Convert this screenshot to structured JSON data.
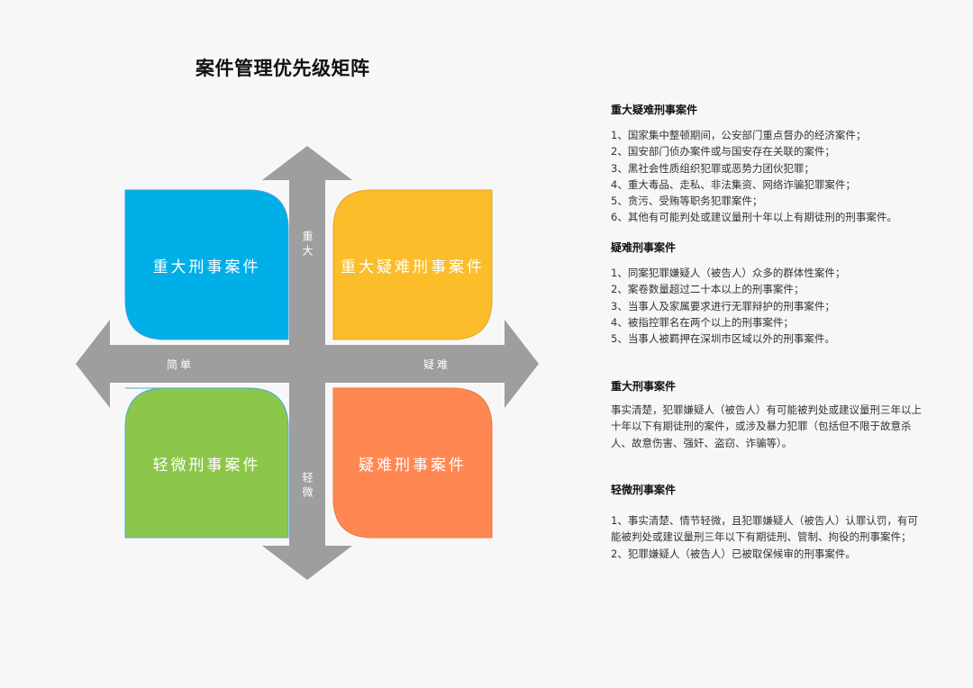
{
  "title": "案件管理优先级矩阵",
  "quadrants": {
    "top_left": {
      "label": "重大刑事案件",
      "color": "#00aee8"
    },
    "top_right": {
      "label": "重大疑难刑事案件",
      "color": "#fbbd2a"
    },
    "bottom_left": {
      "label": "轻微刑事案件",
      "color": "#8cc64b"
    },
    "bottom_right": {
      "label": "疑难刑事案件",
      "color": "#ff8752"
    }
  },
  "axes": {
    "up": "重大",
    "down": "轻微",
    "left": "简单",
    "right": "疑难",
    "arrow_color": "#9e9e9e"
  },
  "sections": [
    {
      "title": "重大疑难刑事案件",
      "items": [
        "1、国家集中整顿期间，公安部门重点督办的经济案件；",
        "2、国安部门侦办案件或与国安存在关联的案件；",
        "3、黑社会性质组织犯罪或恶势力团伙犯罪；",
        "4、重大毒品、走私、非法集资、网络诈骗犯罪案件；",
        "5、贪污、受贿等职务犯罪案件；",
        "6、其他有可能判处或建议量刑十年以上有期徒刑的刑事案件。"
      ]
    },
    {
      "title": "疑难刑事案件",
      "items": [
        "1、同案犯罪嫌疑人（被告人）众多的群体性案件；",
        "2、案卷数量超过二十本以上的刑事案件；",
        "3、当事人及家属要求进行无罪辩护的刑事案件；",
        "4、被指控罪名在两个以上的刑事案件；",
        "5、当事人被羁押在深圳市区域以外的刑事案件。"
      ]
    },
    {
      "title": "重大刑事案件",
      "items": [
        "事实清楚，犯罪嫌疑人（被告人）有可能被判处或建议量刑三年以上十年以下有期徒刑的案件，或涉及暴力犯罪（包括但不限于故意杀人、故意伤害、强奸、盗窃、诈骗等）。"
      ]
    },
    {
      "title": "轻微刑事案件",
      "items": [
        "1、事实清楚、情节轻微，且犯罪嫌疑人（被告人）认罪认罚，有可能被判处或建议量刑三年以下有期徒刑、管制、拘役的刑事案件；",
        "2、犯罪嫌疑人（被告人）已被取保候审的刑事案件。"
      ]
    }
  ]
}
